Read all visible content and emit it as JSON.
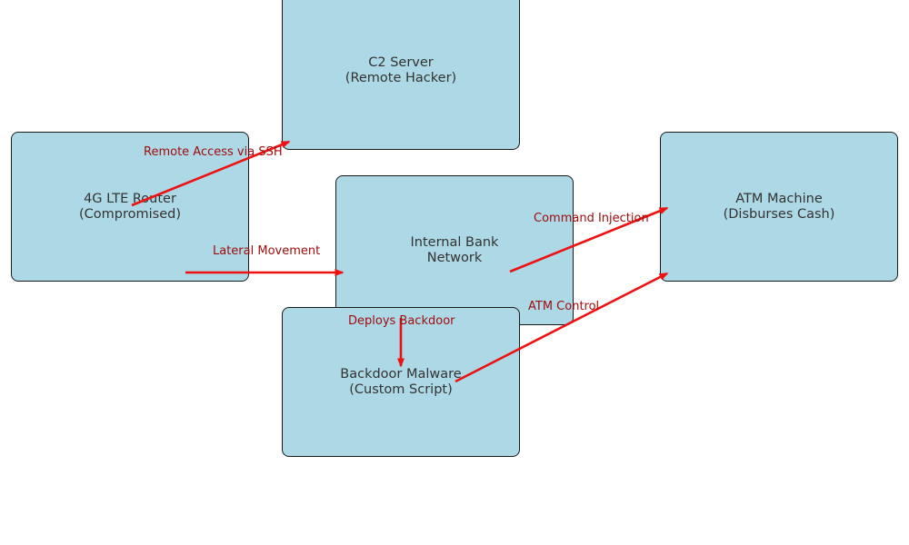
{
  "colors": {
    "node_fill": "#add8e6",
    "node_border": "#1a1a1a",
    "node_text": "#333333",
    "arrow": "#ee1111",
    "edge_label": "#a00d0d",
    "background": "#ffffff"
  },
  "nodes": {
    "c2_server": {
      "label": "C2 Server\n(Remote Hacker)"
    },
    "router": {
      "label": "4G LTE Router\n(Compromised)"
    },
    "bank_network": {
      "label": "Internal Bank\nNetwork"
    },
    "atm": {
      "label": "ATM Machine\n(Disburses Cash)"
    },
    "malware": {
      "label": "Backdoor Malware\n(Custom Script)"
    }
  },
  "edges": {
    "remote_access": {
      "label": "Remote Access via SSH"
    },
    "lateral_movement": {
      "label": "Lateral Movement"
    },
    "command_injection": {
      "label": "Command Injection"
    },
    "deploys_backdoor": {
      "label": "Deploys Backdoor"
    },
    "atm_control": {
      "label": "ATM Control"
    }
  }
}
